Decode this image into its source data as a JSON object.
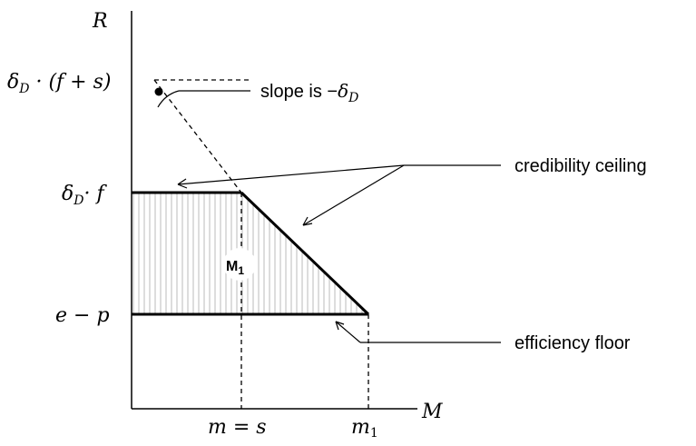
{
  "axes": {
    "y_label": "R",
    "x_label": "M"
  },
  "y_ticks": {
    "top": {
      "delta": "δ",
      "sub": "D",
      "rest": " · (f + s)"
    },
    "ceiling": {
      "delta": "δ",
      "sub": "D",
      "rest": "· f"
    },
    "floor": {
      "text": "e − p"
    }
  },
  "x_ticks": {
    "m_eq_s": "m = s",
    "m1": {
      "base": "m",
      "sub": "1"
    }
  },
  "annotations": {
    "slope": {
      "prefix": "slope is −",
      "delta": "δ",
      "sub": "D"
    },
    "ceiling": "credibility ceiling",
    "floor": "efficiency floor"
  },
  "region": {
    "base": "M",
    "sub": "1"
  },
  "colors": {
    "line": "#000000",
    "hatch": "#bbbbbb",
    "background": "#ffffff"
  }
}
